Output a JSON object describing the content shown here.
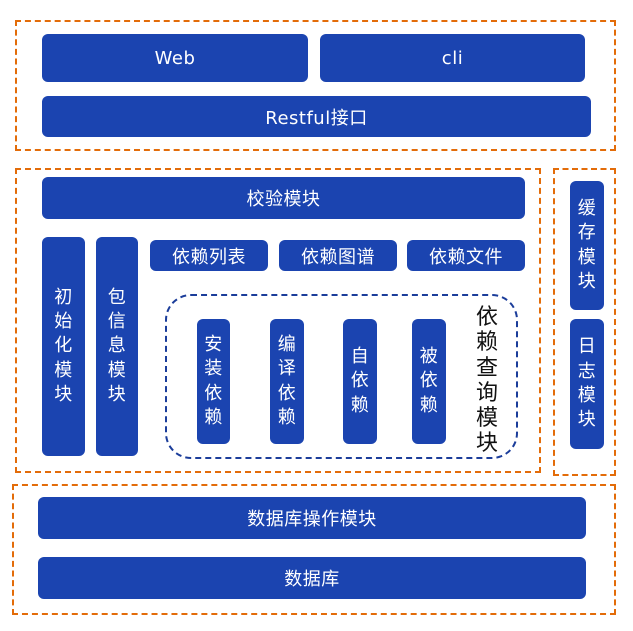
{
  "colors": {
    "block": "#1b44b0",
    "group_border": "#e36c09",
    "query_border": "#1b3d9a",
    "text": "#ffffff"
  },
  "interface_layer": {
    "web": "Web",
    "cli": "cli",
    "restful": "Restful接口"
  },
  "core_layer": {
    "validation": "校验模块",
    "init_module": "初始化模块",
    "package_info": "包信息模块",
    "dep_list": "依赖列表",
    "dep_graph": "依赖图谱",
    "dep_file": "依赖文件",
    "query_module": {
      "label": "依赖查询模块",
      "items": [
        "安装依赖",
        "编译依赖",
        "自依赖",
        "被依赖"
      ]
    }
  },
  "side_layer": {
    "cache": "缓存模块",
    "log": "日志模块"
  },
  "data_layer": {
    "db_ops": "数据库操作模块",
    "db": "数据库"
  }
}
